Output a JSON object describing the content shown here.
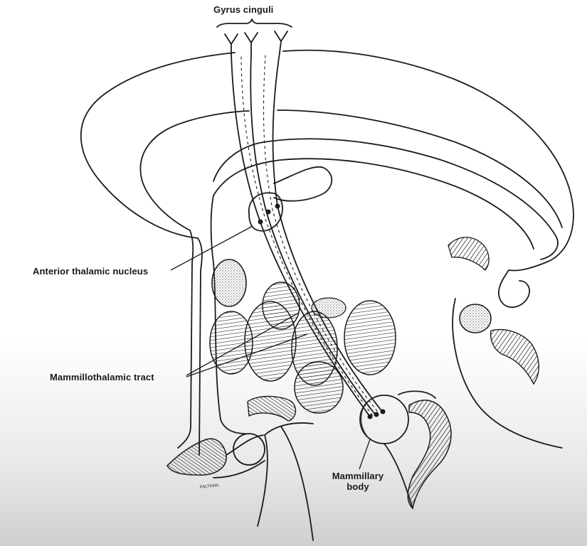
{
  "labels": {
    "gyrus_cinguli": "Gyrus cinguli",
    "anterior_thalamic_nucleus": "Anterior thalamic nucleus",
    "mammillothalamic_tract": "Mammillothalamic tract",
    "mammillary_body_line1": "Mammillary",
    "mammillary_body_line2": "body",
    "signature": "FALTKAN"
  },
  "colors": {
    "ink": "#1b1b1b",
    "stipple": "#8a8a8a",
    "background_fade": "#cfcfcf"
  }
}
